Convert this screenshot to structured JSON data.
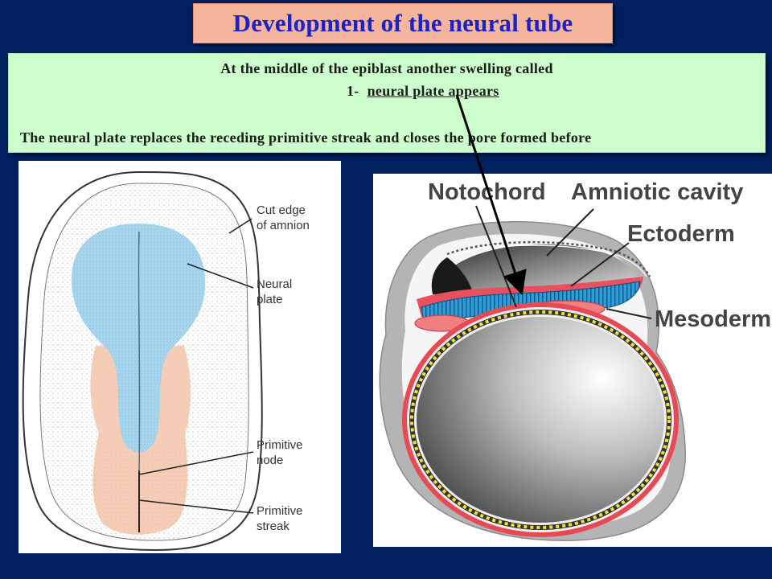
{
  "title": "Development  of the neural tube",
  "text": {
    "line1": "At the middle of the epiblast another swelling called",
    "line2_number": "1-",
    "line2_underlined": "neural plate appears",
    "line3": "The neural plate replaces the receding primitive streak and closes the pore formed before"
  },
  "left_diagram": {
    "labels": {
      "amnion_1": "Cut edge",
      "amnion_2": "of amnion",
      "neural_1": "Neural",
      "neural_2": "plate",
      "node_1": "Primitive",
      "node_2": "node",
      "streak_1": "Primitive",
      "streak_2": "streak"
    }
  },
  "right_diagram": {
    "labels": {
      "notochord": "Notochord",
      "amniotic": "Amniotic cavity",
      "ectoderm": "Ectoderm",
      "mesoderm": "Mesoderm"
    }
  },
  "colors": {
    "background": "#002060",
    "title_box": "#f5b49c",
    "title_text": "#1a23c8",
    "text_box": "#ccffcc",
    "neural_plate": "#a8d8f0",
    "streak_region": "#f5ccb5",
    "ectoderm_blue": "#2a9fd8",
    "mesoderm_red": "#e85060",
    "yolk_dots": "#f0e030"
  }
}
